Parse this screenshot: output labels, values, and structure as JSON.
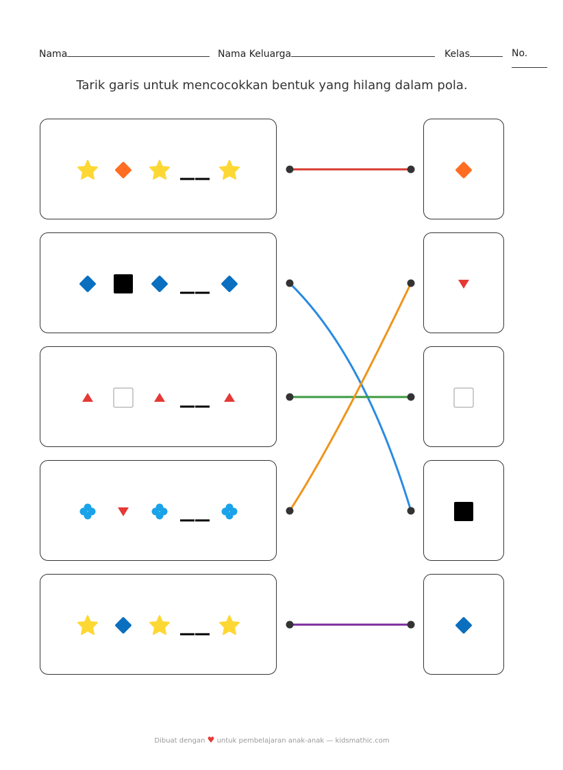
{
  "header": {
    "name_label": "Nama",
    "family_label": "Nama Keluarga",
    "class_label": "Kelas",
    "no_label": "No."
  },
  "instruction": "Tarik garis untuk mencocokkan bentuk yang hilang dalam pola.",
  "rows": [
    {
      "pattern": [
        "star",
        "diamond-orange",
        "star",
        "blank",
        "star"
      ],
      "answer": "diamond-orange"
    },
    {
      "pattern": [
        "diamond-blue",
        "square-black",
        "diamond-blue",
        "blank",
        "diamond-blue"
      ],
      "answer": "triangle-down-red"
    },
    {
      "pattern": [
        "triangle-up-red",
        "square-white",
        "triangle-up-red",
        "blank",
        "triangle-up-red"
      ],
      "answer": "square-white"
    },
    {
      "pattern": [
        "clover-cyan",
        "triangle-down-red",
        "clover-cyan",
        "blank",
        "clover-cyan"
      ],
      "answer": "square-black"
    },
    {
      "pattern": [
        "star",
        "diamond-blue",
        "star",
        "blank",
        "star"
      ],
      "answer": "diamond-blue"
    }
  ],
  "connections": [
    {
      "from": 0,
      "to": 0,
      "color": "#D63A2F"
    },
    {
      "from": 1,
      "to": 3,
      "color": "#2A8BE0"
    },
    {
      "from": 2,
      "to": 2,
      "color": "#3C9A3F"
    },
    {
      "from": 3,
      "to": 1,
      "color": "#F0931A"
    },
    {
      "from": 4,
      "to": 4,
      "color": "#7B2A9E"
    }
  ],
  "footer": {
    "before": "Dibuat dengan",
    "heart_icon": "heart-icon",
    "after": "untuk pembelajaran anak-anak — kidsmathic.com"
  }
}
